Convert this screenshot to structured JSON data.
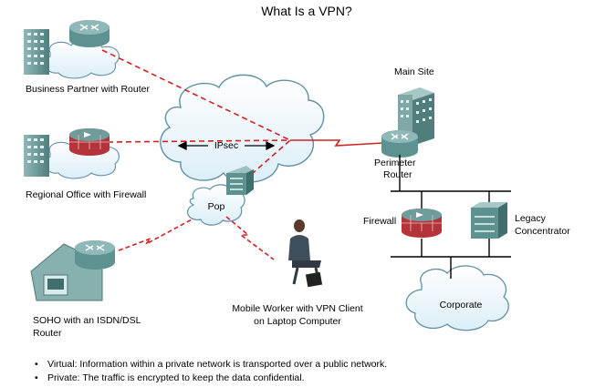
{
  "title": "What Is a VPN?",
  "labels": {
    "business_partner": "Business Partner with Router",
    "regional_office": "Regional Office with Firewall",
    "soho_line1": "SOHO with an ISDN/DSL",
    "soho_line2": "Router",
    "ipsec": "IPsec",
    "pop": "Pop",
    "main_site": "Main Site",
    "perimeter_line1": "Perimeter",
    "perimeter_line2": "Router",
    "firewall": "Firewall",
    "legacy_line1": "Legacy",
    "legacy_line2": "Concentrator",
    "corporate": "Corporate",
    "mobile_line1": "Mobile Worker with VPN Client",
    "mobile_line2": "on Laptop Computer"
  },
  "bullets": [
    "Virtual: Information within a private network is transported over a public network.",
    "Private: The traffic is encrypted to keep the data confidential."
  ],
  "colors": {
    "vpn_link": "#d42020",
    "device": "#5e9291",
    "building": "#6e9a9a",
    "firewall_brick": "#b5333a",
    "cloud_stroke": "#5f8fa6"
  },
  "icons": [
    "router-icon",
    "firewall-icon",
    "building-icon",
    "house-icon",
    "cloud-icon",
    "switch-icon",
    "concentrator-icon",
    "person-icon"
  ]
}
